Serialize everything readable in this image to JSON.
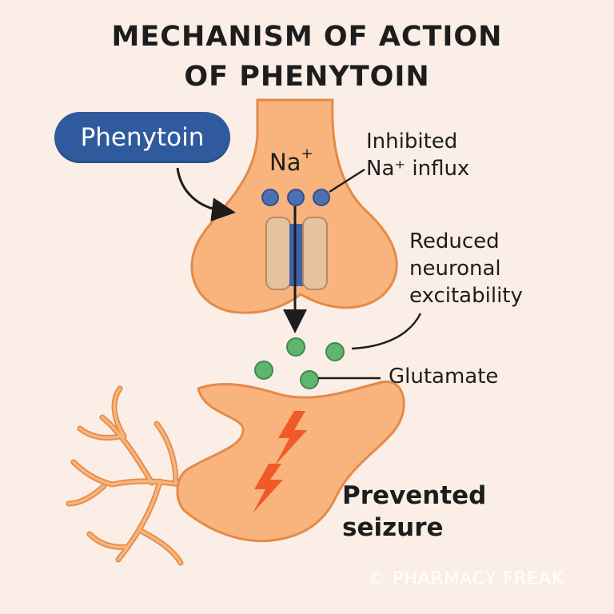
{
  "title": {
    "line1": "MECHANISM OF ACTION",
    "line2": "OF PHENYTOIN"
  },
  "drug_label": "Phenytoin",
  "ion_label": {
    "base": "Na",
    "charge": "+"
  },
  "callouts": {
    "inhibited": {
      "line1": "Inhibited",
      "line2": "Na⁺ influx"
    },
    "reduced": {
      "line1": "Reduced",
      "line2": "neuronal",
      "line3": "excitability"
    },
    "glutamate": "Glutamate",
    "prevented": {
      "line1": "Prevented",
      "line2": "seizure"
    }
  },
  "watermark": "© PHARMACY FREAK",
  "colors": {
    "background": "#fbeee6",
    "neuron_fill": "#f8b47c",
    "neuron_stroke": "#e48a48",
    "channel": "#e5c2a0",
    "channel_pore": "#3f62a8",
    "sodium_ion": "#4f6fb3",
    "glutamate": "#5fb46e",
    "drug_pill": "#2f5b9e",
    "lightning": "#f05a28"
  }
}
